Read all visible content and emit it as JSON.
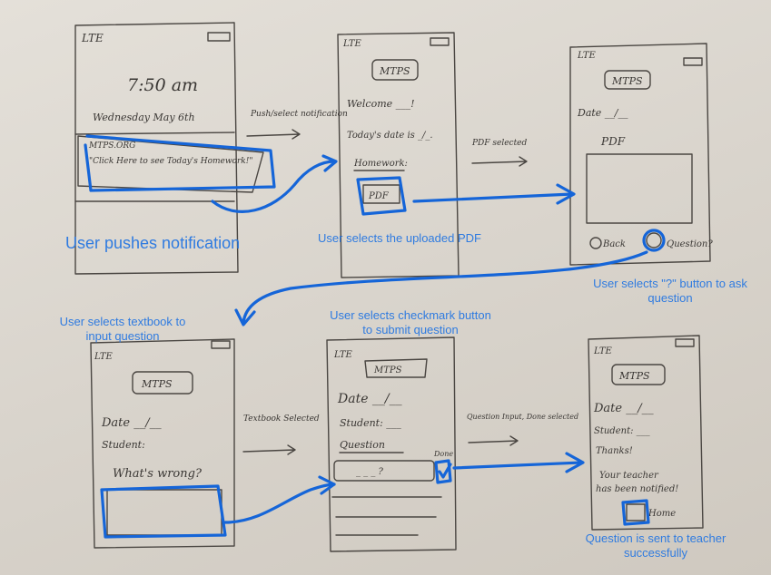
{
  "captions": {
    "push": "User pushes notification",
    "select_pdf": "User selects the uploaded PDF",
    "ask_question": "User selects \"?\" button to ask question",
    "select_textbook": "User selects textbook to input question",
    "submit": "User selects checkmark button to submit question",
    "sent": "Question is sent to teacher successfully"
  },
  "arrows": {
    "a1": "Push/select notification",
    "a2": "PDF selected",
    "a3": "Textbook Selected",
    "a4": "Question Input, Done selected"
  },
  "phone1": {
    "signal": "LTE",
    "time": "7:50 am",
    "date": "Wednesday May 6th",
    "notif_source": "MTPS.ORG",
    "notif_text": "\"Click Here to see Today's Homework!\""
  },
  "phone2": {
    "signal": "LTE",
    "logo": "MTPS",
    "welcome": "Welcome ___!",
    "date": "Today's date is _/_.",
    "homework": "Homework:",
    "pdf": "PDF"
  },
  "phone3": {
    "signal": "LTE",
    "logo": "MTPS",
    "date": "Date __/__",
    "pdf": "PDF",
    "back": "Back",
    "question": "Question?"
  },
  "phone4": {
    "signal": "LTE",
    "logo": "MTPS",
    "date": "Date __/__",
    "student": "Student:",
    "wrong": "What's wrong?"
  },
  "phone5": {
    "signal": "LTE",
    "logo": "MTPS",
    "date": "Date __/__",
    "student": "Student: ___",
    "question": "Question",
    "input": "_ _ _ ?",
    "done": "Done"
  },
  "phone6": {
    "signal": "LTE",
    "logo": "MTPS",
    "date": "Date __/__",
    "student": "Student: ___",
    "thanks": "Thanks!",
    "notified_1": "Your teacher",
    "notified_2": "has been notified!",
    "home": "Home"
  },
  "colors": {
    "ink": "#3a3734",
    "highlight": "#1565d8",
    "caption": "#2f7be0",
    "paper": "#dcd7cf"
  }
}
